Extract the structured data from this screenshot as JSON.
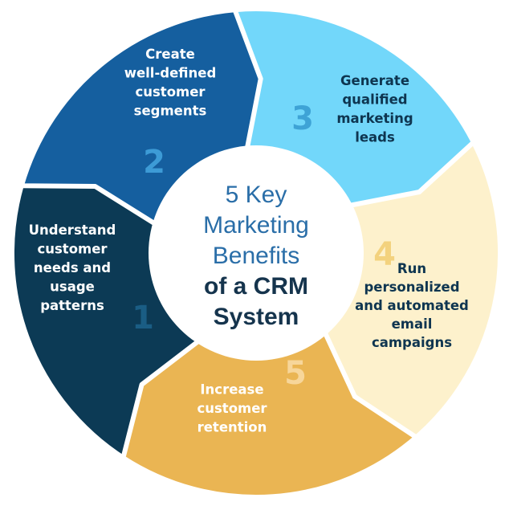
{
  "title_lines": [
    {
      "text": "5 Key",
      "bold": false
    },
    {
      "text": "Marketing",
      "bold": false
    },
    {
      "text": "Benefits",
      "bold": false
    },
    {
      "text": "of a CRM",
      "bold": true
    },
    {
      "text": "System",
      "bold": true
    }
  ],
  "colors": {
    "title_light": "#2a6ea8",
    "title_dark": "#15344d"
  },
  "segments": [
    {
      "number": "1",
      "lines": [
        "Understand",
        "customer",
        "needs and",
        "usage",
        "patterns"
      ],
      "fill": "#0c3a55",
      "text_color": "#ffffff",
      "number_color": "#1a5d84"
    },
    {
      "number": "2",
      "lines": [
        "Create",
        "well-defined",
        "customer",
        "segments"
      ],
      "fill": "#155f9f",
      "text_color": "#ffffff",
      "number_color": "#3d9bd6"
    },
    {
      "number": "3",
      "lines": [
        "Generate",
        "qualified",
        "marketing",
        "leads"
      ],
      "fill": "#72d7fa",
      "text_color": "#0e3550",
      "number_color": "#3ea3d6"
    },
    {
      "number": "4",
      "lines": [
        "Run",
        "personalized",
        "and automated",
        "email",
        "campaigns"
      ],
      "fill": "#fdf1cc",
      "text_color": "#0e3550",
      "number_color": "#f3d27e"
    },
    {
      "number": "5",
      "lines": [
        "Increase",
        "customer",
        "retention"
      ],
      "fill": "#eab553",
      "text_color": "#ffffff",
      "number_color": "#f7d69a"
    }
  ]
}
